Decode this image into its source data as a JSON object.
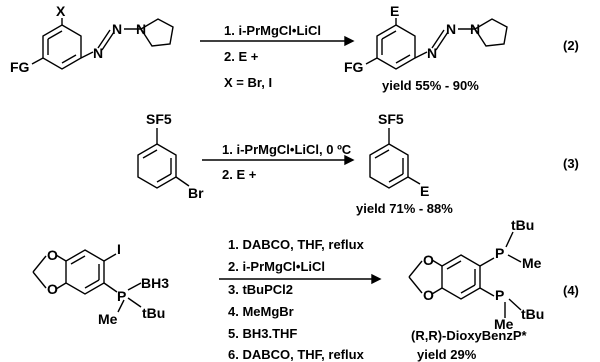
{
  "reactions": [
    {
      "id": "2",
      "equation_number": "(2)",
      "substrate": {
        "substituent": "X",
        "group": "FG",
        "azo": "N",
        "azo2": "N",
        "amine_n": "N"
      },
      "product": {
        "substituent": "E",
        "group": "FG",
        "azo": "N",
        "azo2": "N",
        "amine_n": "N"
      },
      "conditions": [
        "1. i-PrMgCl•LiCl",
        "2. E +"
      ],
      "note": "X = Br, I",
      "yield": "yield 55% - 90%"
    },
    {
      "id": "3",
      "equation_number": "(3)",
      "substrate": {
        "top": "SF5",
        "bottom": "Br"
      },
      "product": {
        "top": "SF5",
        "bottom": "E"
      },
      "conditions": [
        "1. i-PrMgCl•LiCl, 0 ºC",
        "2. E +"
      ],
      "yield": "yield 71% - 88%"
    },
    {
      "id": "4",
      "equation_number": "(4)",
      "substrate": {
        "halogen": "I",
        "p": "P",
        "borane": "BH3",
        "me": "Me",
        "tbu": "tBu",
        "o1": "O",
        "o2": "O"
      },
      "product": {
        "p1": "P",
        "p2": "P",
        "me1": "Me",
        "me2": "Me",
        "tbu1": "tBu",
        "tbu2": "tBu",
        "o1": "O",
        "o2": "O",
        "name": "(R,R)-DioxyBenzP*"
      },
      "conditions": [
        "1. DABCO, THF, reflux",
        "2. i-PrMgCl•LiCl",
        "3. tBuPCl2",
        "4. MeMgBr",
        "5. BH3.THF",
        "6. DABCO, THF, reflux"
      ],
      "yield": "yield 29%"
    }
  ]
}
